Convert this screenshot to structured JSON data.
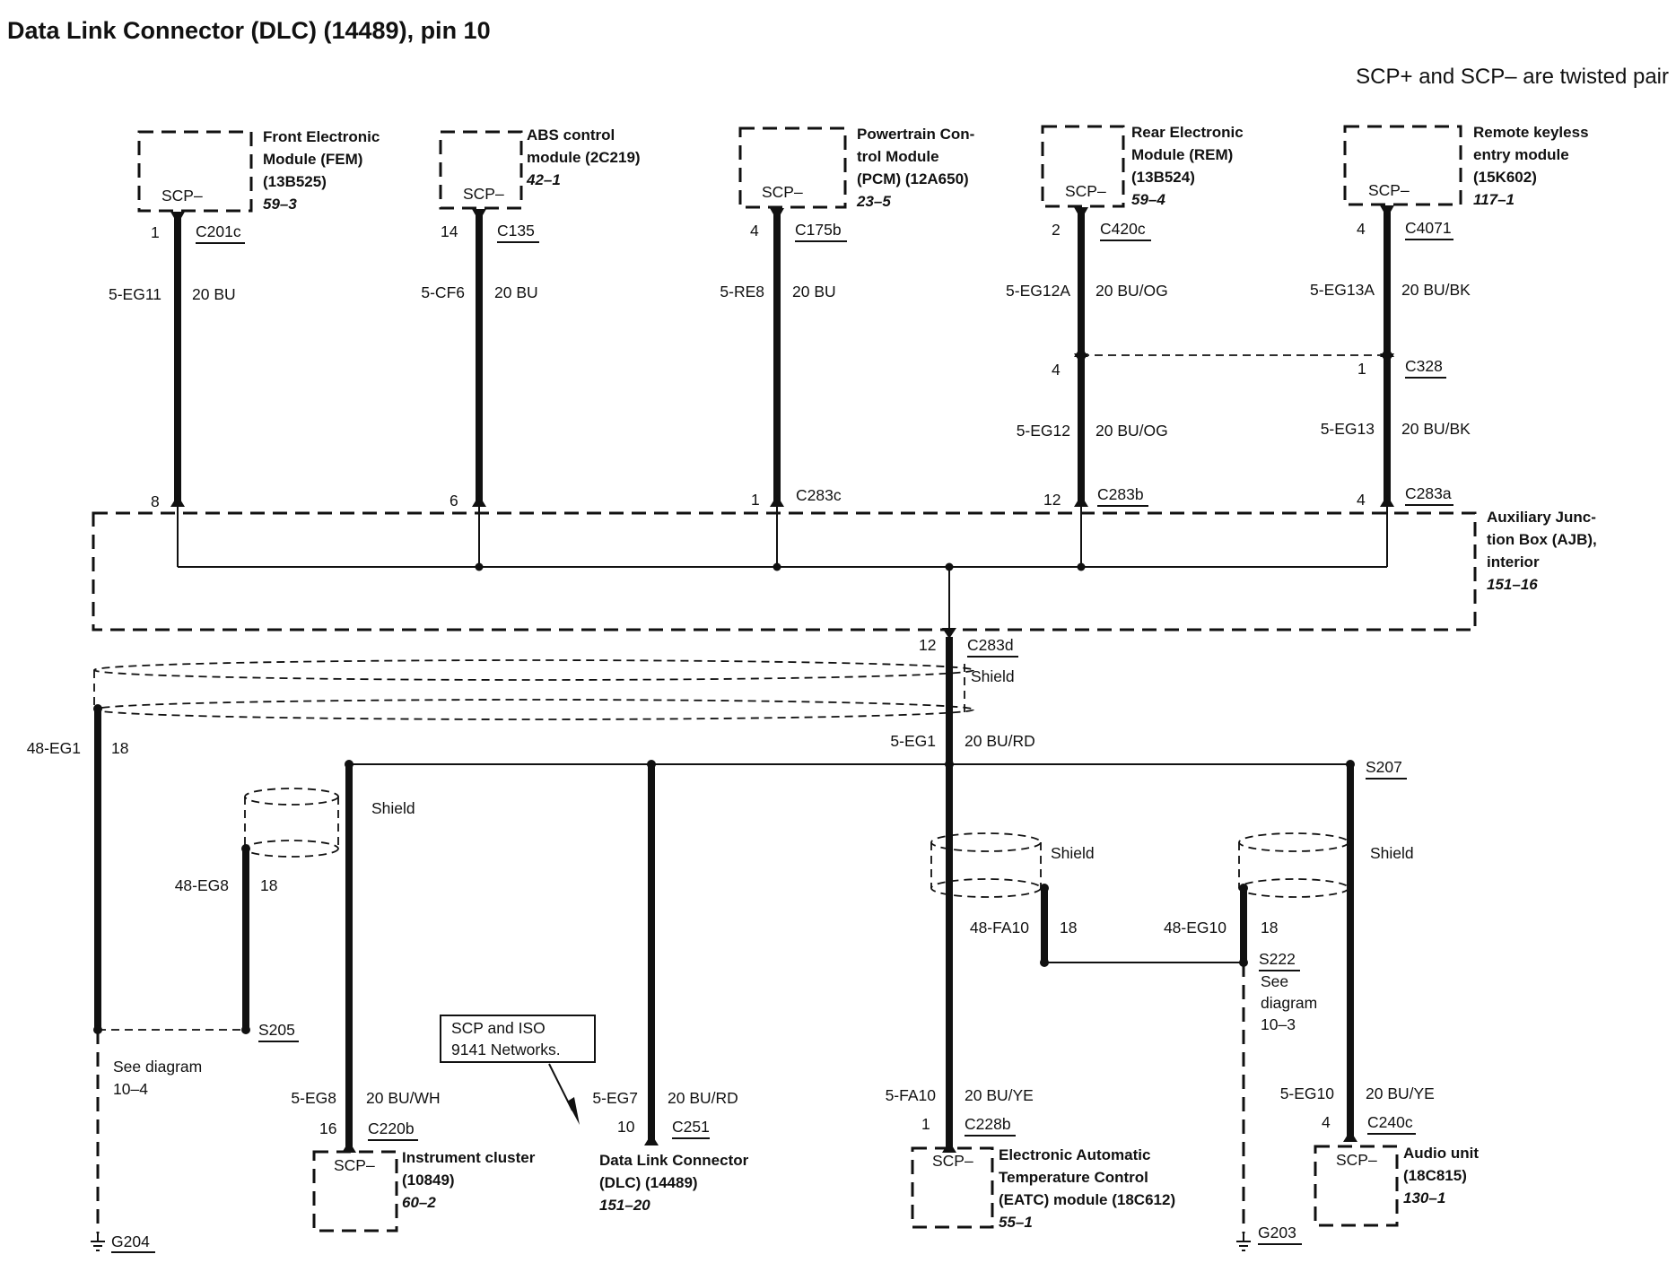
{
  "title": "Data Link Connector (DLC) (14489), pin 10",
  "note": "SCP+ and SCP– are twisted pair",
  "callout": [
    "SCP and ISO",
    "9141 Networks."
  ],
  "top_modules": [
    {
      "name": [
        "Front Electronic",
        "Module (FEM)",
        "(13B525)"
      ],
      "ref": "59–3",
      "pin_label": "SCP–",
      "pin": "1",
      "connector": "C201c",
      "circuit": "5-EG11",
      "wire": "20 BU",
      "ajb_pin": "8"
    },
    {
      "name": [
        "ABS control",
        "module (2C219)"
      ],
      "ref": "42–1",
      "pin_label": "SCP–",
      "pin": "14",
      "connector": "C135",
      "circuit": "5-CF6",
      "wire": "20 BU",
      "ajb_pin": "6"
    },
    {
      "name": [
        "Powertrain Con-",
        "trol Module",
        "(PCM) (12A650)"
      ],
      "ref": "23–5",
      "pin_label": "SCP–",
      "pin": "4",
      "connector": "C175b",
      "circuit": "5-RE8",
      "wire": "20 BU",
      "ajb_pin": "1"
    },
    {
      "name": [
        "Rear Electronic",
        "Module (REM)",
        "(13B524)"
      ],
      "ref": "59–4",
      "pin_label": "SCP–",
      "pin": "2",
      "connector": "C420c",
      "circuit": "5-EG12A",
      "wire": "20 BU/OG",
      "inline_pin": "4",
      "circuit2": "5-EG12",
      "wire2": "20 BU/OG",
      "ajb_pin": "12"
    },
    {
      "name": [
        "Remote keyless",
        "entry module",
        "(15K602)"
      ],
      "ref": "117–1",
      "pin_label": "SCP–",
      "pin": "4",
      "connector": "C4071",
      "circuit": "5-EG13A",
      "wire": "20 BU/BK",
      "inline_pin": "1",
      "circuit2": "5-EG13",
      "wire2": "20 BU/BK",
      "ajb_pin": "4"
    }
  ],
  "ajb_connectors": [
    "C283c",
    "C283b",
    "C283a"
  ],
  "inline_connector": "C328",
  "ajb": {
    "name": [
      "Auxiliary Junc-",
      "tion Box (AJB),",
      "interior"
    ],
    "ref": "151–16",
    "out_pin": "12",
    "out_connector": "C283d"
  },
  "shield_label": "Shield",
  "main": {
    "circuit": "5-EG1",
    "wire": "20 BU/RD"
  },
  "drain_left": {
    "circuit": "48-EG1",
    "wire": "18",
    "see": [
      "See diagram",
      "10–4"
    ],
    "ground": "G204"
  },
  "splice_s205": {
    "name": "S205",
    "circuit": "48-EG8",
    "wire": "18"
  },
  "splice_s207": "S207",
  "splice_s222": {
    "name": "S222",
    "see": [
      "See",
      "diagram",
      "10–3"
    ],
    "ground": "G203"
  },
  "eatc_drain": {
    "circuit": "48-FA10",
    "wire": "18"
  },
  "audio_drain": {
    "circuit": "48-EG10",
    "wire": "18"
  },
  "bottom_modules": [
    {
      "name": [
        "Instrument cluster",
        "(10849)"
      ],
      "ref": "60–2",
      "pin_label": "SCP–",
      "pin": "16",
      "connector": "C220b",
      "circuit": "5-EG8",
      "wire": "20 BU/WH"
    },
    {
      "name": [
        "Data Link Connector",
        "(DLC) (14489)"
      ],
      "ref": "151–20",
      "pin": "10",
      "connector": "C251",
      "circuit": "5-EG7",
      "wire": "20 BU/RD"
    },
    {
      "name": [
        "Electronic Automatic",
        "Temperature Control",
        "(EATC) module (18C612)"
      ],
      "ref": "55–1",
      "pin_label": "SCP–",
      "pin": "1",
      "connector": "C228b",
      "circuit": "5-FA10",
      "wire": "20 BU/YE"
    },
    {
      "name": [
        "Audio unit",
        "(18C815)"
      ],
      "ref": "130–1",
      "pin_label": "SCP–",
      "pin": "4",
      "connector": "C240c",
      "circuit": "5-EG10",
      "wire": "20 BU/YE"
    }
  ]
}
